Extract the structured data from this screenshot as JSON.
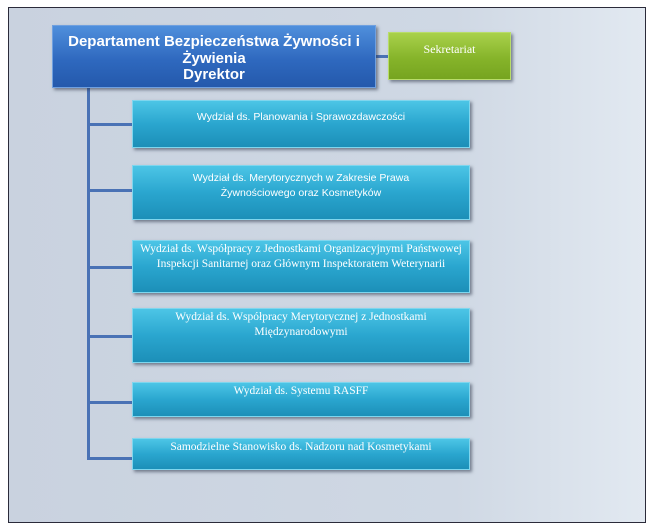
{
  "director": {
    "line1": "Departament Bezpieczeństwa Żywności i Żywienia",
    "line2": "Dyrektor"
  },
  "secretariat": "Sekretariat",
  "units": [
    "Wydział ds. Planowania i Sprawozdawczości",
    "Wydział ds. Merytorycznych w Zakresie Prawa Żywnościowego oraz Kosmetyków",
    "Wydział ds. Współpracy z Jednostkami Organizacyjnymi Państwowej Inspekcji Sanitarnej oraz Głównym Inspektoratem Weterynarii",
    "Wydział ds. Współpracy Merytorycznej z Jednostkami Międzynarodowymi",
    "Wydział ds. Systemu RASFF",
    "Samodzielne Stanowisko ds. Nadzoru nad Kosmetykami"
  ]
}
